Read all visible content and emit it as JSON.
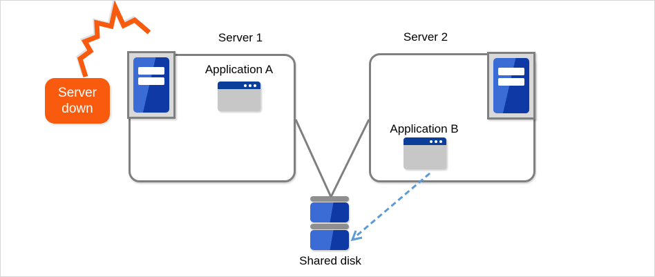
{
  "diagram": {
    "badge": {
      "label": "Server down"
    },
    "server1": {
      "title": "Server 1",
      "app": "Application A"
    },
    "server2": {
      "title": "Server 2",
      "app": "Application B"
    },
    "shared_disk": {
      "label": "Shared disk"
    }
  },
  "icons": {
    "server_tower": "server-tower-icon",
    "app_window": "app-window-icon",
    "shared_disk_drive": "shared-disk-icon",
    "crash_flash": "crash-flash-icon",
    "dashed_arrow": "dashed-arrow-icon"
  },
  "colors": {
    "orange": "#F95B0E",
    "box-border": "#7F7F7F",
    "icon-frame-fill": "#D9D9D9",
    "blue-light": "#3B6BD5",
    "blue-dark": "#0F3AA6",
    "titlebar-blue": "#0B3D9B",
    "window-body": "#C7C7C7",
    "disk-bar-gray": "#8F8F8F",
    "arrow-blue": "#5B9BD5",
    "text": "#000000",
    "canvas-border": "#D6D6D6"
  }
}
